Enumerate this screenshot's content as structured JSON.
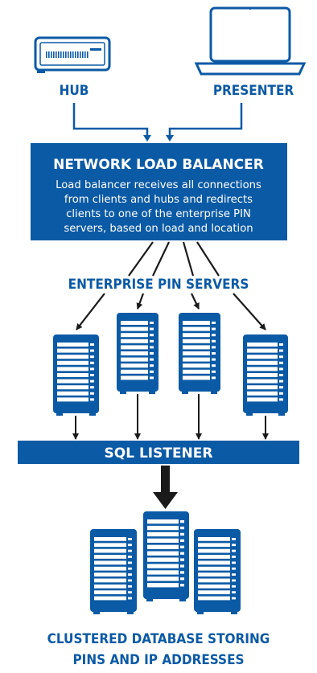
{
  "colors": {
    "primary": "#0b5aa5",
    "primary_dark": "#0d4f8c",
    "line": "#1a1a1a",
    "background": "#ffffff"
  },
  "hub": {
    "label": "HUB",
    "icon": "hub-device-icon"
  },
  "presenter": {
    "label": "PRESENTER",
    "icon": "laptop-icon"
  },
  "load_balancer": {
    "title": "NETWORK LOAD BALANCER",
    "description_lines": [
      "Load balancer receives all connections",
      "from clients and hubs and redirects",
      "clients to one of the enterprise PIN",
      "servers, based on load and location"
    ]
  },
  "pin_servers": {
    "label": "ENTERPRISE PIN SERVERS",
    "count": 4,
    "icon": "server-rack-icon"
  },
  "sql_listener": {
    "label": "SQL LISTENER"
  },
  "database": {
    "label_lines": [
      "CLUSTERED DATABASE STORING",
      "PINS AND IP ADDRESSES"
    ],
    "server_count": 3,
    "icon": "server-rack-icon"
  }
}
